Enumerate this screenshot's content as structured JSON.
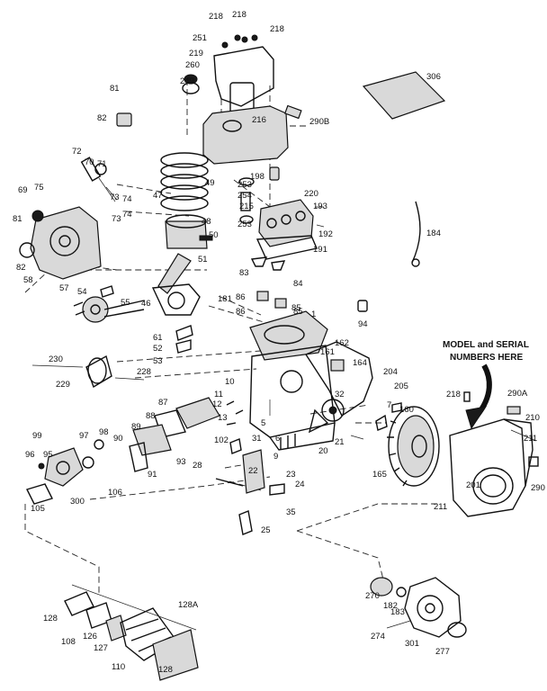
{
  "diagram": {
    "note_line1": "MODEL and SERIAL",
    "note_line2": "NUMBERS HERE",
    "labels": [
      "218",
      "218",
      "218",
      "251",
      "219",
      "260",
      "249",
      "216",
      "290B",
      "306",
      "81",
      "82",
      "72",
      "70",
      "71",
      "69",
      "75",
      "73",
      "74",
      "73",
      "74",
      "81",
      "82",
      "58",
      "57",
      "49",
      "47",
      "48",
      "50",
      "253",
      "254",
      "253",
      "198",
      "220",
      "215",
      "193",
      "192",
      "191",
      "184",
      "51",
      "181",
      "46",
      "54",
      "55",
      "83",
      "84",
      "86",
      "85",
      "86",
      "85",
      "94",
      "1",
      "162",
      "161",
      "164",
      "61",
      "52",
      "53",
      "230",
      "229",
      "228",
      "204",
      "205",
      "10",
      "11",
      "12",
      "13",
      "32",
      "160",
      "7",
      "87",
      "88",
      "89",
      "90",
      "91",
      "93",
      "102",
      "31",
      "5",
      "6",
      "9",
      "20",
      "21",
      "218",
      "290A",
      "210",
      "211",
      "165",
      "201",
      "290",
      "99",
      "97",
      "98",
      "96",
      "95",
      "300",
      "106",
      "105",
      "28",
      "22",
      "23",
      "24",
      "35",
      "25",
      "211",
      "270",
      "182",
      "183",
      "274",
      "301",
      "277",
      "128",
      "128A",
      "108",
      "126",
      "127",
      "110",
      "128"
    ]
  }
}
